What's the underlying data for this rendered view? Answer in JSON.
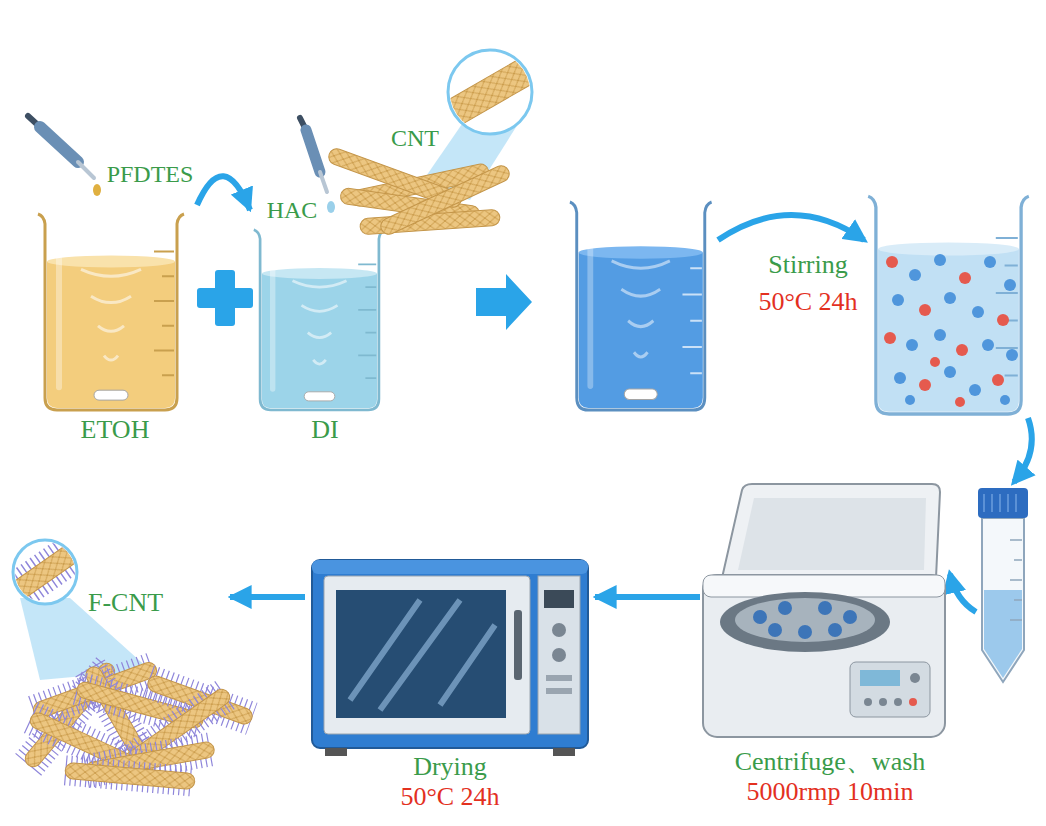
{
  "diagram": {
    "nodes": [
      {
        "text": [
          "ETOH"
        ]
      },
      {
        "text": [
          "DI"
        ]
      },
      {
        "text": [
          "Centrifuge、wash",
          "5000rmp 10min"
        ]
      },
      {
        "text": [
          "Drying",
          "50°C 24h"
        ]
      },
      {
        "text": [
          "F-CNT"
        ]
      }
    ],
    "edges": [
      {
        "from": 0,
        "to": 1,
        "arrow": "to"
      },
      {
        "from": 2,
        "to": 3,
        "arrow": "to"
      },
      {
        "from": 3,
        "to": 4,
        "arrow": "to"
      }
    ],
    "labels": [
      "PFDTES",
      "HAC",
      "CNT",
      "Stirring",
      "50°C 24h"
    ]
  }
}
